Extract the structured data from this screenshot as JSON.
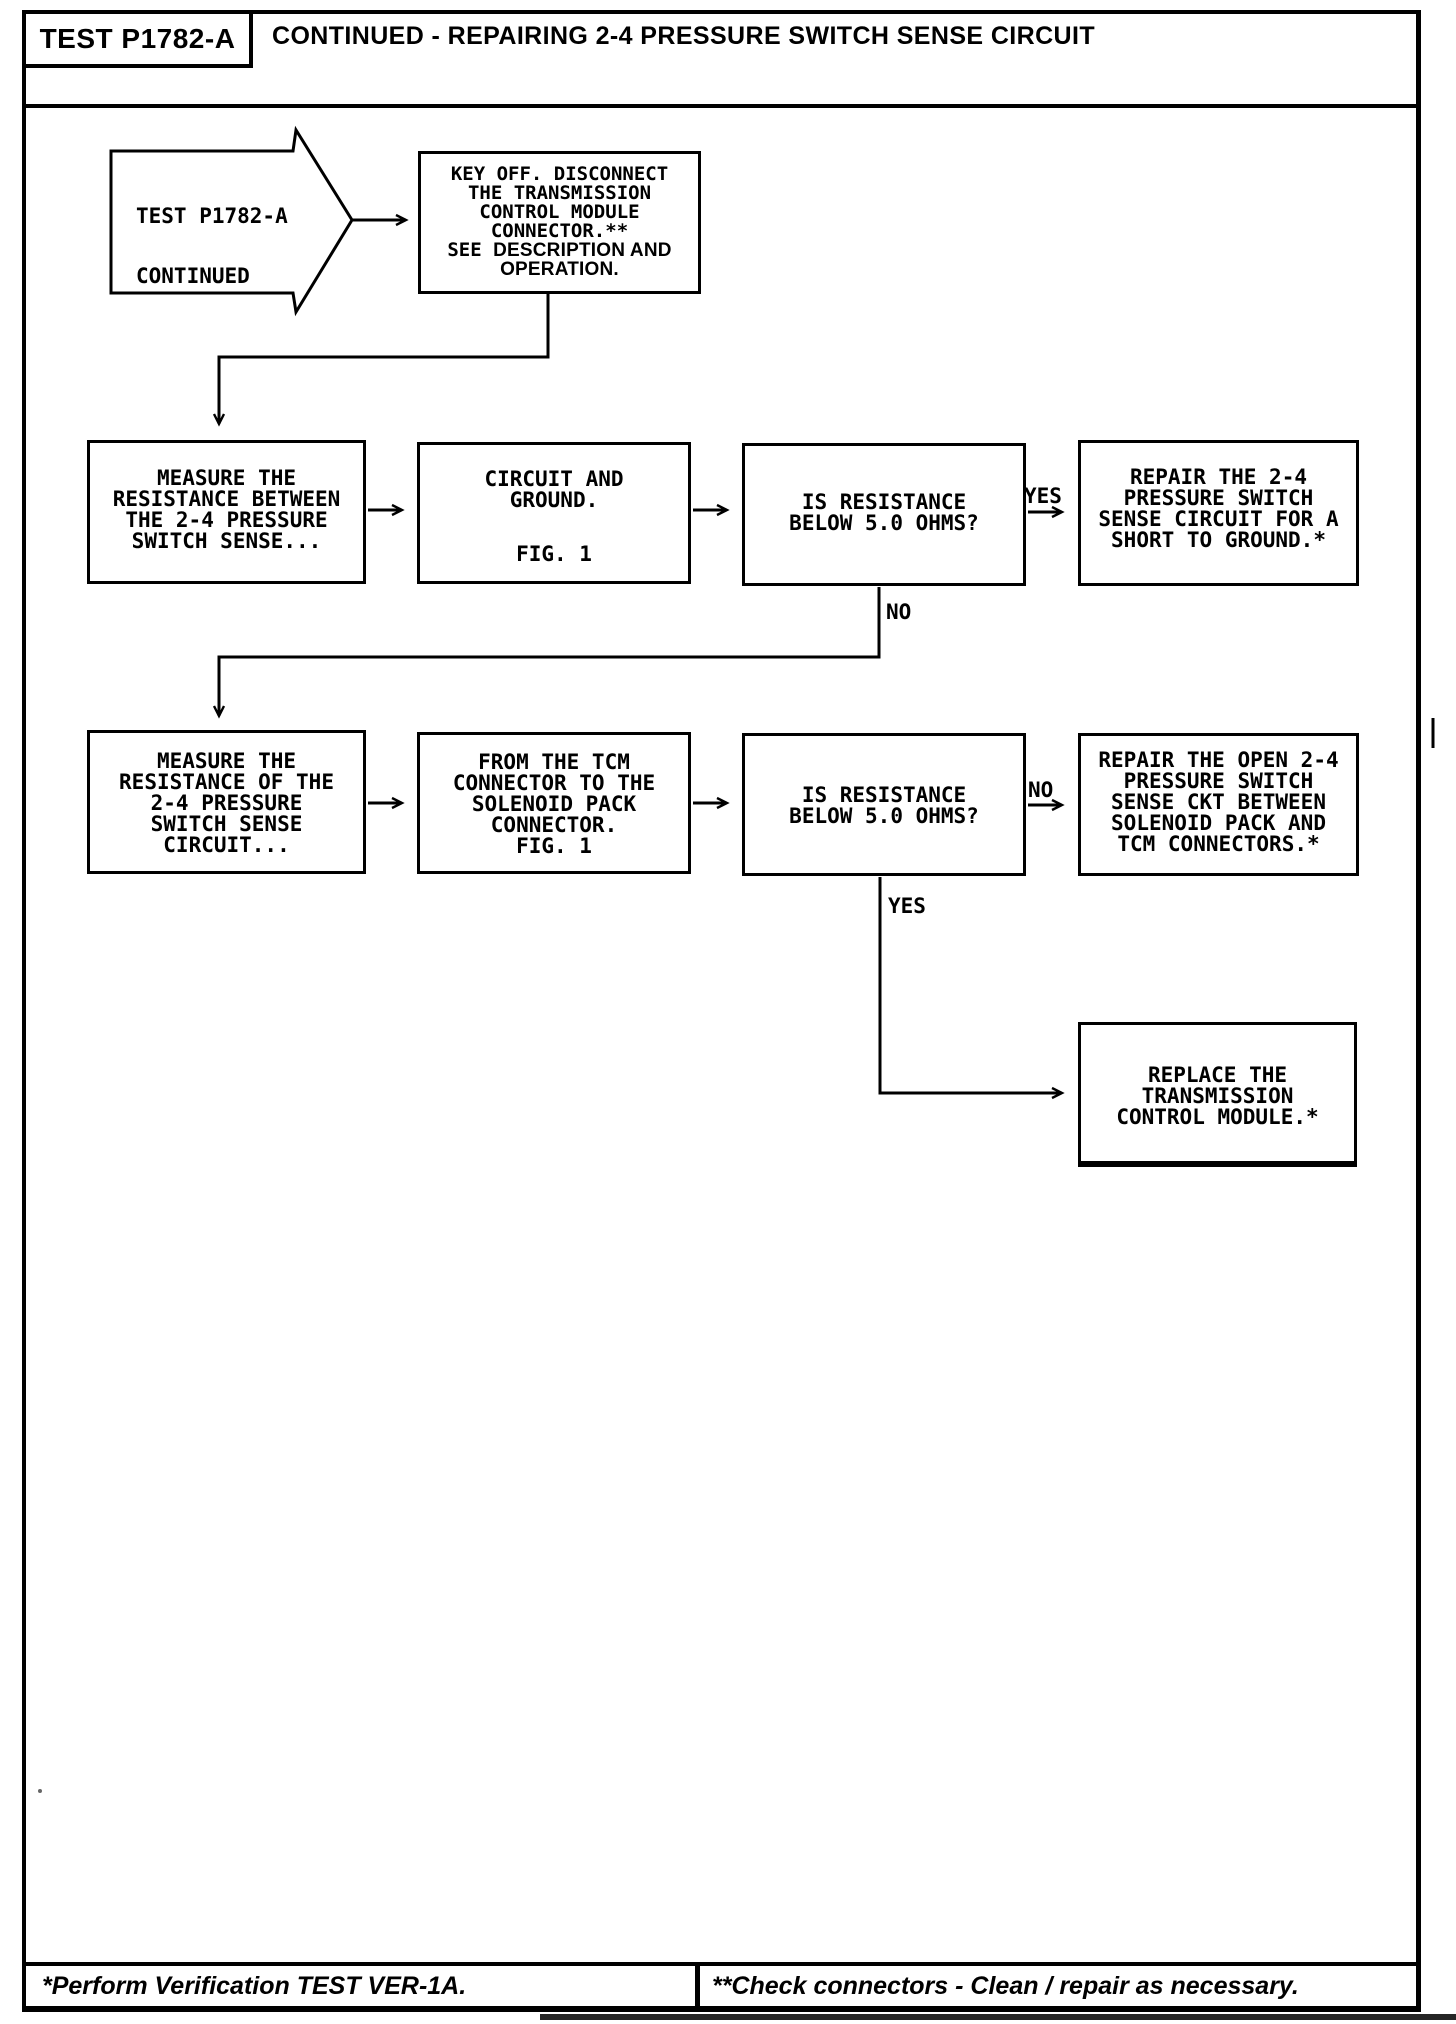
{
  "header": {
    "test_id": "TEST P1782-A",
    "title": "CONTINUED - REPAIRING 2-4 PRESSURE SWITCH SENSE CIRCUIT"
  },
  "flowchart": {
    "entry": {
      "line1": "TEST P1782-A",
      "line2": "CONTINUED"
    },
    "nodes": {
      "key_off": {
        "lines": [
          "KEY OFF. DISCONNECT",
          "THE TRANSMISSION",
          "CONTROL MODULE",
          "CONNECTOR.**"
        ],
        "see_mono": "SEE ",
        "see_sans": "DESCRIPTION AND",
        "operation_sans": "OPERATION."
      },
      "measure_between": {
        "lines": [
          "MEASURE THE",
          "RESISTANCE BETWEEN",
          "THE 2-4 PRESSURE",
          "SWITCH SENSE..."
        ]
      },
      "circuit_ground": {
        "lines": [
          "CIRCUIT AND",
          "GROUND."
        ],
        "fig": "FIG. 1"
      },
      "is_resistance_1": {
        "lines": [
          "IS RESISTANCE",
          "BELOW 5.0 OHMS?"
        ]
      },
      "repair_short": {
        "lines": [
          "REPAIR THE 2-4",
          "PRESSURE SWITCH",
          "SENSE CIRCUIT FOR A",
          "SHORT TO GROUND.*"
        ]
      },
      "measure_of": {
        "lines": [
          "MEASURE THE",
          "RESISTANCE OF THE",
          "2-4 PRESSURE",
          "SWITCH SENSE",
          "CIRCUIT..."
        ]
      },
      "from_tcm": {
        "lines": [
          "FROM THE TCM",
          "CONNECTOR TO THE",
          "SOLENOID PACK",
          "CONNECTOR.",
          "FIG. 1"
        ]
      },
      "is_resistance_2": {
        "lines": [
          "IS RESISTANCE",
          "BELOW 5.0 OHMS?"
        ]
      },
      "repair_open": {
        "lines": [
          "REPAIR THE OPEN 2-4",
          "PRESSURE SWITCH",
          "SENSE CKT BETWEEN",
          "SOLENOID PACK AND",
          "TCM CONNECTORS.*"
        ]
      },
      "replace_tcm": {
        "lines": [
          "REPLACE THE",
          "TRANSMISSION",
          "CONTROL MODULE.*"
        ]
      }
    },
    "labels": {
      "yes1": "YES",
      "no1": "NO",
      "no2": "NO",
      "yes2": "YES"
    }
  },
  "footer": {
    "left_note": "*Perform Verification TEST VER-1A.",
    "right_note": "**Check connectors - Clean / repair as necessary."
  },
  "colors": {
    "ink": "#000000",
    "paper": "#ffffff"
  }
}
